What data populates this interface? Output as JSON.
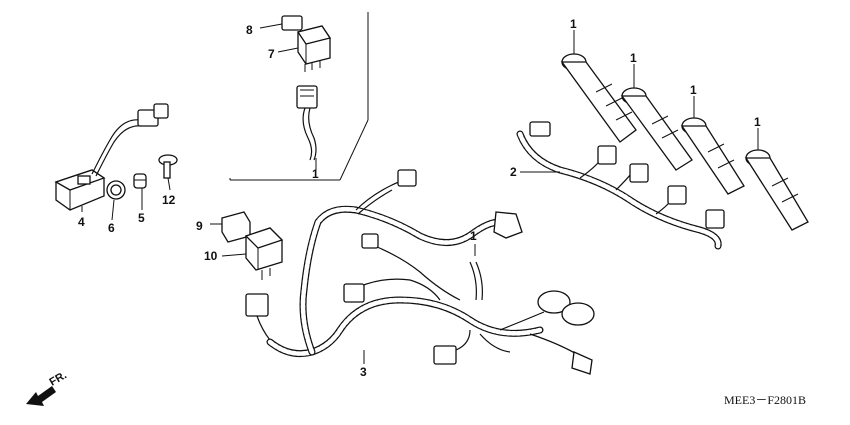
{
  "diagram": {
    "drawing_code": "MEE3－F2801B",
    "direction_label": "FR.",
    "callouts": [
      "1",
      "1",
      "1",
      "1",
      "1",
      "2",
      "3",
      "4",
      "5",
      "6",
      "7",
      "8",
      "9",
      "10",
      "12",
      "1"
    ]
  }
}
